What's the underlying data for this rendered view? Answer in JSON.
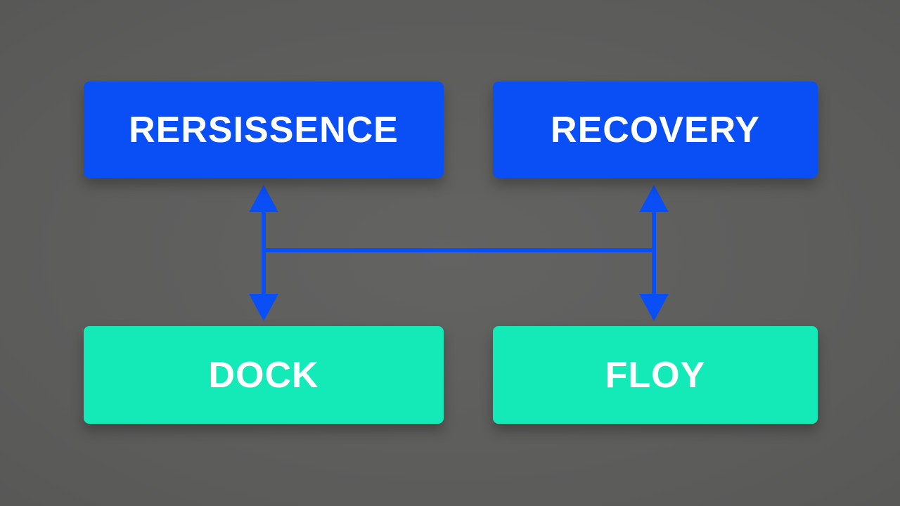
{
  "colors": {
    "background": "#5f5f5e",
    "top_node_fill": "#0a4ff5",
    "bottom_node_fill": "#14eab8",
    "connector": "#0a4ff5",
    "text": "#ffffff"
  },
  "nodes": {
    "top_left": {
      "label": "RERSISSENCE"
    },
    "top_right": {
      "label": "RECOVERY"
    },
    "bottom_left": {
      "label": "DOCK"
    },
    "bottom_right": {
      "label": "FLOY"
    }
  },
  "connectors": [
    {
      "from": "top_left",
      "to": "bottom_left",
      "style": "double-arrow"
    },
    {
      "from": "top_right",
      "to": "bottom_right",
      "style": "double-arrow"
    },
    {
      "from": "left_connector",
      "to": "right_connector",
      "style": "line"
    }
  ]
}
